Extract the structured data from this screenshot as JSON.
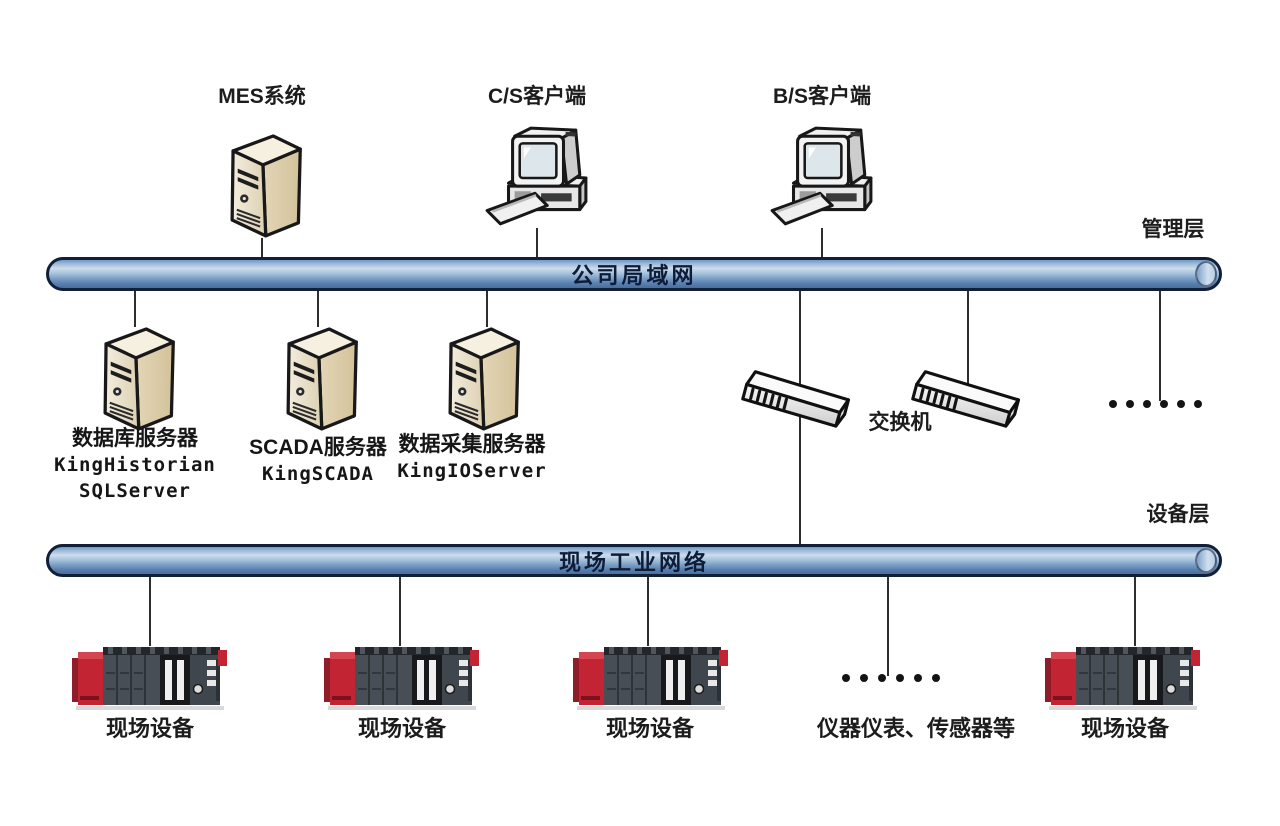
{
  "diagram": {
    "layers": {
      "management": "管理层",
      "device": "设备层"
    },
    "buses": {
      "lan": "公司局域网",
      "field": "现场工业网络"
    },
    "top_nodes": [
      {
        "label": "MES系统"
      },
      {
        "label": "C/S客户端"
      },
      {
        "label": "B/S客户端"
      }
    ],
    "servers": [
      {
        "lines": [
          "数据库服务器",
          "KingHistorian",
          "SQLServer"
        ]
      },
      {
        "lines": [
          "SCADA服务器",
          "KingSCADA"
        ]
      },
      {
        "lines": [
          "数据采集服务器",
          "KingIOServer"
        ]
      }
    ],
    "switch_label": "交换机",
    "field_devices": [
      {
        "label": "现场设备"
      },
      {
        "label": "现场设备"
      },
      {
        "label": "现场设备"
      },
      {
        "label": "仪器仪表、传感器等"
      },
      {
        "label": "现场设备"
      }
    ],
    "ellipsis_dots_count": 6,
    "colors": {
      "bus_fill_light": "#cdddec",
      "bus_fill_dark": "#4a6f9e",
      "bus_border": "#111f38",
      "bus_text": "#0e1c38",
      "server_beige": "#e9dfc6",
      "plc_red": "#c32433",
      "connector_line": "#2e2e2e"
    },
    "icons": {
      "server": "server-tower-icon",
      "computer": "desktop-computer-icon",
      "switch": "network-switch-icon",
      "plc": "plc-rack-icon",
      "ellipsis": "ellipsis-dots"
    }
  }
}
